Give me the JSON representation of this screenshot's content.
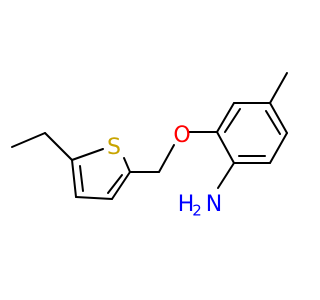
{
  "molecule": {
    "atoms": {
      "sulfur": {
        "symbol": "S",
        "color": "#c8a400"
      },
      "oxygen": {
        "symbol": "O",
        "color": "#ff0000"
      },
      "amine": {
        "symbol": "H",
        "subscript": "2",
        "element": "N",
        "color": "#0000ff"
      }
    },
    "colors": {
      "bond": "#000000",
      "background": "#ffffff"
    }
  }
}
